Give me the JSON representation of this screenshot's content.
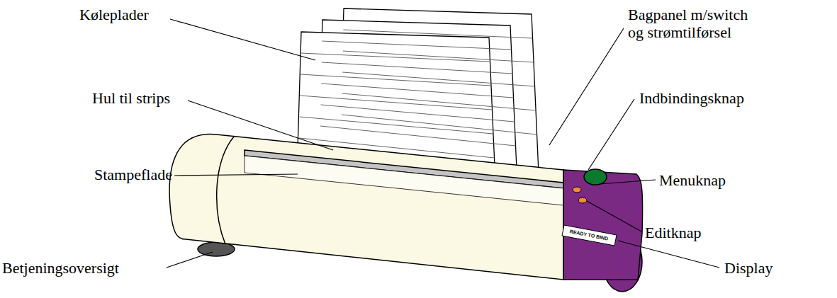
{
  "diagram": {
    "labels": [
      "Køleplader",
      "Hul til strips",
      "Stampeflade",
      "Betjeningsoversigt",
      "Bagpanel m/switch og strømtilførsel",
      "Indbindingsknap",
      "Menuknap",
      "Editknap",
      "Display",
      "READY TO BIND"
    ]
  }
}
